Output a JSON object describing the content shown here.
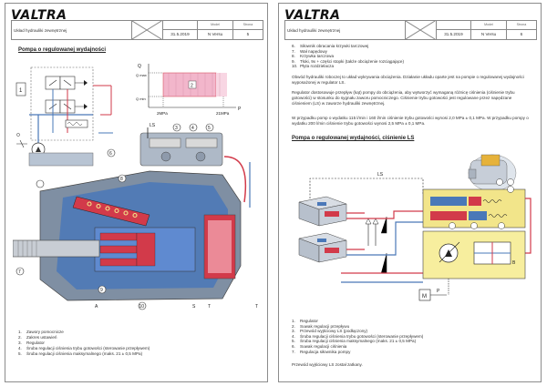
{
  "brand": "VALTRA",
  "left_page": {
    "header": {
      "doc_title": "Układ hydrauliki zewnętrznej",
      "date": "31.5.2019",
      "model_label": "Model",
      "model_value": "N Versu",
      "page_label": "Strona",
      "page_value": "5"
    },
    "section_title": "Pompa o regulowanej wydajności",
    "graph": {
      "y_axis_top": "Q",
      "q_max": "Q max",
      "q_min": "Q min",
      "x_left": "2MPa",
      "x_right": "21MPa",
      "x_axis": "P"
    },
    "callouts": [
      "1",
      "2",
      "3",
      "4",
      "5",
      "6",
      "7",
      "8",
      "9",
      "10"
    ],
    "port_labels": {
      "ls": "LS",
      "s": "S",
      "t1": "T",
      "t2": "T",
      "a": "A"
    },
    "list": [
      {
        "n": "1.",
        "text": "Zawory pomocnicze"
      },
      {
        "n": "2.",
        "text": "Zakres ustawień"
      },
      {
        "n": "3.",
        "text": "Regulator"
      },
      {
        "n": "4.",
        "text": "Śruba regulacji ciśnienia trybu gotowości (sterowanie przepływem)"
      },
      {
        "n": "5.",
        "text": "Śruba regulacji ciśnienia maksymalnego (maks. 21 ± 0,5 MPa)"
      }
    ]
  },
  "right_page": {
    "header": {
      "doc_title": "Układ hydrauliki zewnętrznej",
      "date": "31.5.2019",
      "model_label": "Model",
      "model_value": "N Versu",
      "page_label": "Strona",
      "page_value": "6"
    },
    "list_top": [
      {
        "n": "6.",
        "text": "Siłownik obracania krzywki tarczowej"
      },
      {
        "n": "7.",
        "text": "Wał napędowy"
      },
      {
        "n": "8.",
        "text": "Krzywka tarczowa"
      },
      {
        "n": "9.",
        "text": "Tłoki, 9x + części stopki (także obciążenie rozciągające)"
      },
      {
        "n": "10.",
        "text": "Płyta rozdzielacza"
      }
    ],
    "paragraphs": [
      "Obwód hydrauliki roboczej to układ wykrywania obciążenia. Działanie układu oparte jest na pompie o regulowanej wydajności wyposażonej w regulator LS.",
      "Regulator dostosowuje przepływ (kąt) pompy do obciążenia, aby wytworzyć wymaganą różnicę ciśnienia (ciśnienie trybu gotowości) w stosunku do sygnału zaworu pomocniczego. Ciśnienie trybu gotowości jest regulowane przez napędzane ciśnieniem (LS) w zaworze hydrauliki zewnętrznej.",
      "W przypadku pomp o wydatku 115 l/min i 160 l/min ciśnienie trybu gotowości wynosi 2,0 MPa ± 0,1 MPa. W przypadku pompy o wydatku 200 l/min ciśnienie trybu gotowości wynosi 2,5 MPa ± 0,1 MPa."
    ],
    "section_title": "Pompa o regulowanej wydajności, ciśnienie LS",
    "diagram_labels": {
      "ls": "LS",
      "m": "M",
      "p": "P",
      "b": "B"
    },
    "list_bottom": [
      {
        "n": "1.",
        "text": "Regulator"
      },
      {
        "n": "2.",
        "text": "Suwak regulacji przepływu"
      },
      {
        "n": "3.",
        "text": "Przewód wyjściowy LS (podłączony)"
      },
      {
        "n": "4.",
        "text": "Śruba regulacji ciśnienia trybu gotowości (sterowanie przepływem)"
      },
      {
        "n": "5.",
        "text": "Śruba regulacji ciśnienia maksymalnego (maks. 21 ± 0,5 MPa)"
      },
      {
        "n": "6.",
        "text": "Suwak regulacji ciśnienia"
      },
      {
        "n": "7.",
        "text": "Regulacja siłownika pompy"
      }
    ],
    "footer_note": "Przewód wyjściowy LS został zatkany."
  },
  "colors": {
    "oil_blue": "#4a78b8",
    "oil_red": "#d23a4a",
    "pink": "#f2b6cb",
    "steel": "#7f8fa3",
    "yellow": "#f2e58a"
  }
}
